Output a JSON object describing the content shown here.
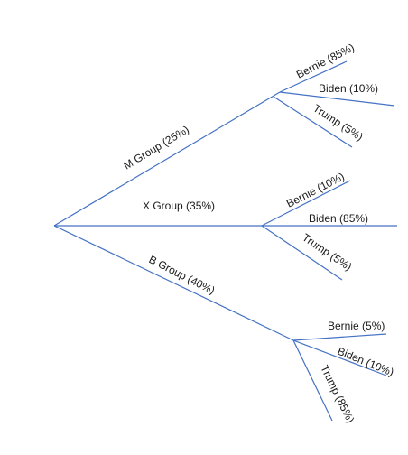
{
  "tree": {
    "groups": [
      {
        "label": "M Group (25%)",
        "children": [
          "Bernie (85%)",
          "Biden (10%)",
          "Trump (5%)"
        ]
      },
      {
        "label": "X Group (35%)",
        "children": [
          "Bernie (10%)",
          "Biden (85%)",
          "Trump (5%)"
        ]
      },
      {
        "label": "B Group (40%)",
        "children": [
          "Bernie (5%)",
          "Biden (10%)",
          "Trump (85%)"
        ]
      }
    ],
    "colors": {
      "branch": "#4472c4",
      "text": "#1a1a1a"
    }
  }
}
